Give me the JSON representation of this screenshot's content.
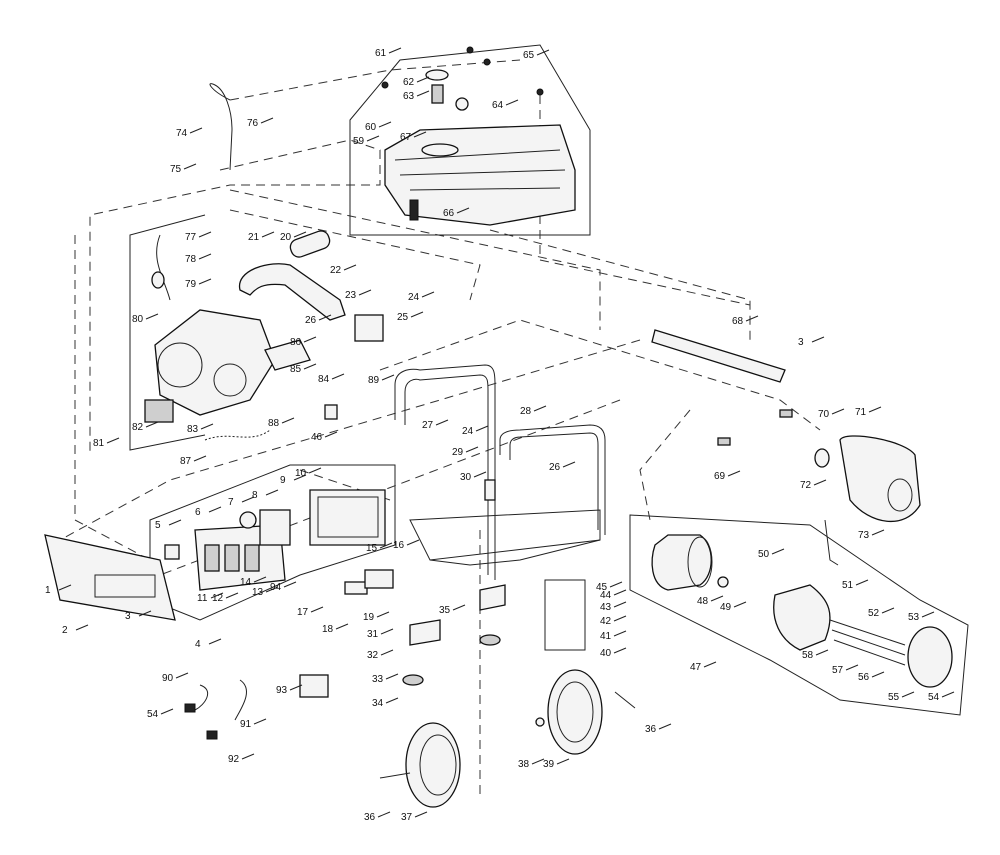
{
  "diagram": {
    "labels": [
      "1",
      "2",
      "3",
      "3",
      "4",
      "5",
      "6",
      "7",
      "8",
      "9",
      "10",
      "11",
      "12",
      "13",
      "14",
      "15",
      "16",
      "17",
      "18",
      "19",
      "20",
      "21",
      "22",
      "23",
      "24",
      "24",
      "25",
      "26",
      "26",
      "27",
      "28",
      "29",
      "30",
      "31",
      "32",
      "33",
      "34",
      "35",
      "36",
      "36",
      "37",
      "38",
      "39",
      "40",
      "41",
      "42",
      "43",
      "44",
      "45",
      "46",
      "47",
      "48",
      "49",
      "50",
      "51",
      "52",
      "53",
      "54",
      "54",
      "55",
      "56",
      "57",
      "58",
      "59",
      "60",
      "61",
      "62",
      "63",
      "64",
      "65",
      "66",
      "67",
      "68",
      "69",
      "70",
      "71",
      "72",
      "73",
      "74",
      "75",
      "76",
      "77",
      "78",
      "79",
      "80",
      "81",
      "82",
      "83",
      "84",
      "85",
      "86",
      "87",
      "88",
      "89",
      "90",
      "91",
      "92",
      "93",
      "94"
    ]
  }
}
